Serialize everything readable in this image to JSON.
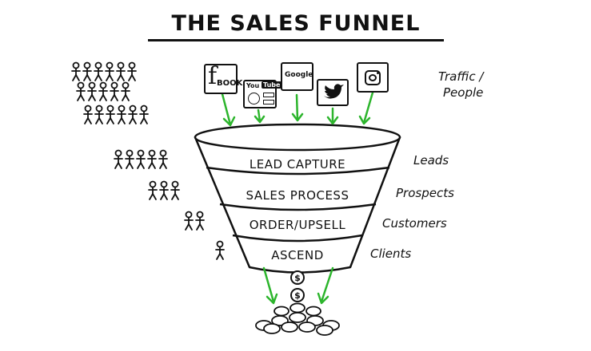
{
  "title": "THE SALES FUNNEL",
  "stages": [
    {
      "label": "LEAD CAPTURE"
    },
    {
      "label": "SALES PROCESS"
    },
    {
      "label": "ORDER/UPSELL"
    },
    {
      "label": "ASCEND"
    }
  ],
  "side_labels": {
    "traffic_line1": "Traffic /",
    "traffic_line2": "People",
    "leads": "Leads",
    "prospects": "Prospects",
    "customers": "Customers",
    "clients": "Clients"
  },
  "sources": {
    "facebook_text": "BOOK",
    "facebook_letter": "f",
    "youtube_you": "You",
    "youtube_tube": "Tube",
    "google": "Google"
  },
  "people_counts": {
    "traffic_rows": [
      6,
      5,
      6
    ],
    "leads": 5,
    "prospects": 3,
    "customers": 2,
    "clients": 1
  },
  "colors": {
    "ink": "#111111",
    "arrow": "#2db52d"
  }
}
